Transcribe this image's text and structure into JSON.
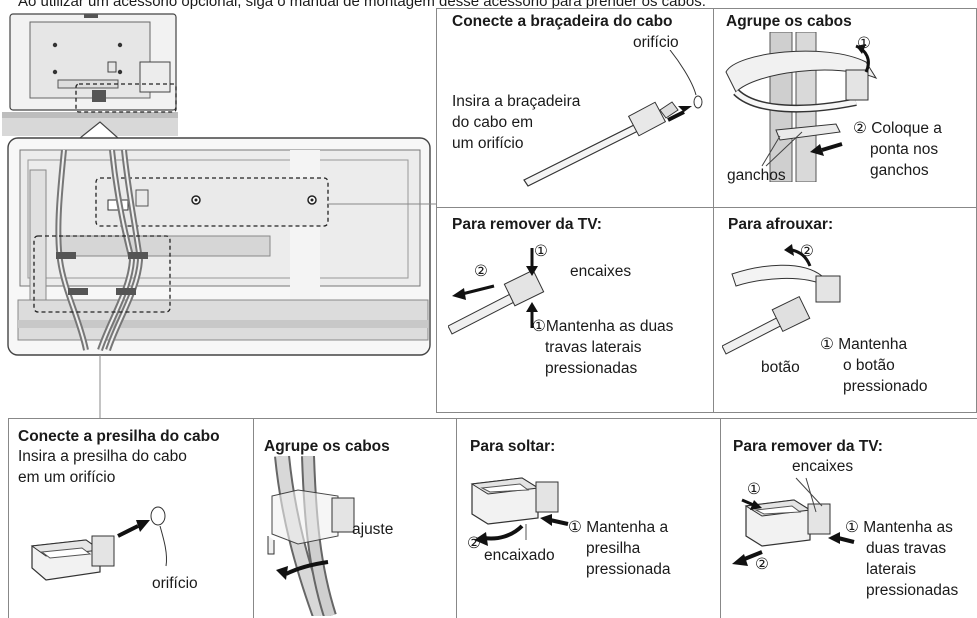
{
  "header_text": "Ao utilizar um acessório opcional, siga o manual de montagem desse acessório para prender os cabos.",
  "top_panels": {
    "connect_tie": {
      "title": "Conecte a braçadeira do cabo",
      "hole_label": "orifício",
      "instruction_lines": [
        "Insira a braçadeira",
        "do cabo em",
        "um orifício"
      ]
    },
    "bundle_tie": {
      "title": "Agrupe os cabos",
      "step1": "①",
      "step2_lines": [
        "② Coloque a",
        "ponta nos",
        "ganchos"
      ],
      "hooks_label": "ganchos"
    },
    "remove_tie": {
      "title": "Para remover da TV:",
      "step1_top": "①",
      "step2": "②",
      "latches_label": "encaixes",
      "hold_lines": [
        "①Mantenha as duas",
        "travas laterais",
        "pressionadas"
      ]
    },
    "loosen_tie": {
      "title": "Para afrouxar:",
      "step2": "②",
      "button_label": "botão",
      "hold_lines": [
        "① Mantenha",
        "o botão",
        "pressionado"
      ]
    }
  },
  "bottom_panels": {
    "connect_clip": {
      "title": "Conecte a presilha do cabo",
      "instruction_lines": [
        "Insira a presilha do cabo",
        "em um orifício"
      ],
      "hole_label": "orifício"
    },
    "bundle_clip": {
      "title": "Agrupe os cabos",
      "adjust_label": "ajuste"
    },
    "release_clip": {
      "title": "Para soltar:",
      "step2": "②",
      "snapped_label": "encaixado",
      "hold_lines": [
        "① Mantenha a",
        "presilha",
        "pressionada"
      ]
    },
    "remove_clip": {
      "title": "Para remover da TV:",
      "latches_label": "encaixes",
      "step1": "①",
      "step2": "②",
      "hold_lines": [
        "① Mantenha as",
        "duas travas",
        "laterais",
        "pressionadas"
      ]
    }
  }
}
